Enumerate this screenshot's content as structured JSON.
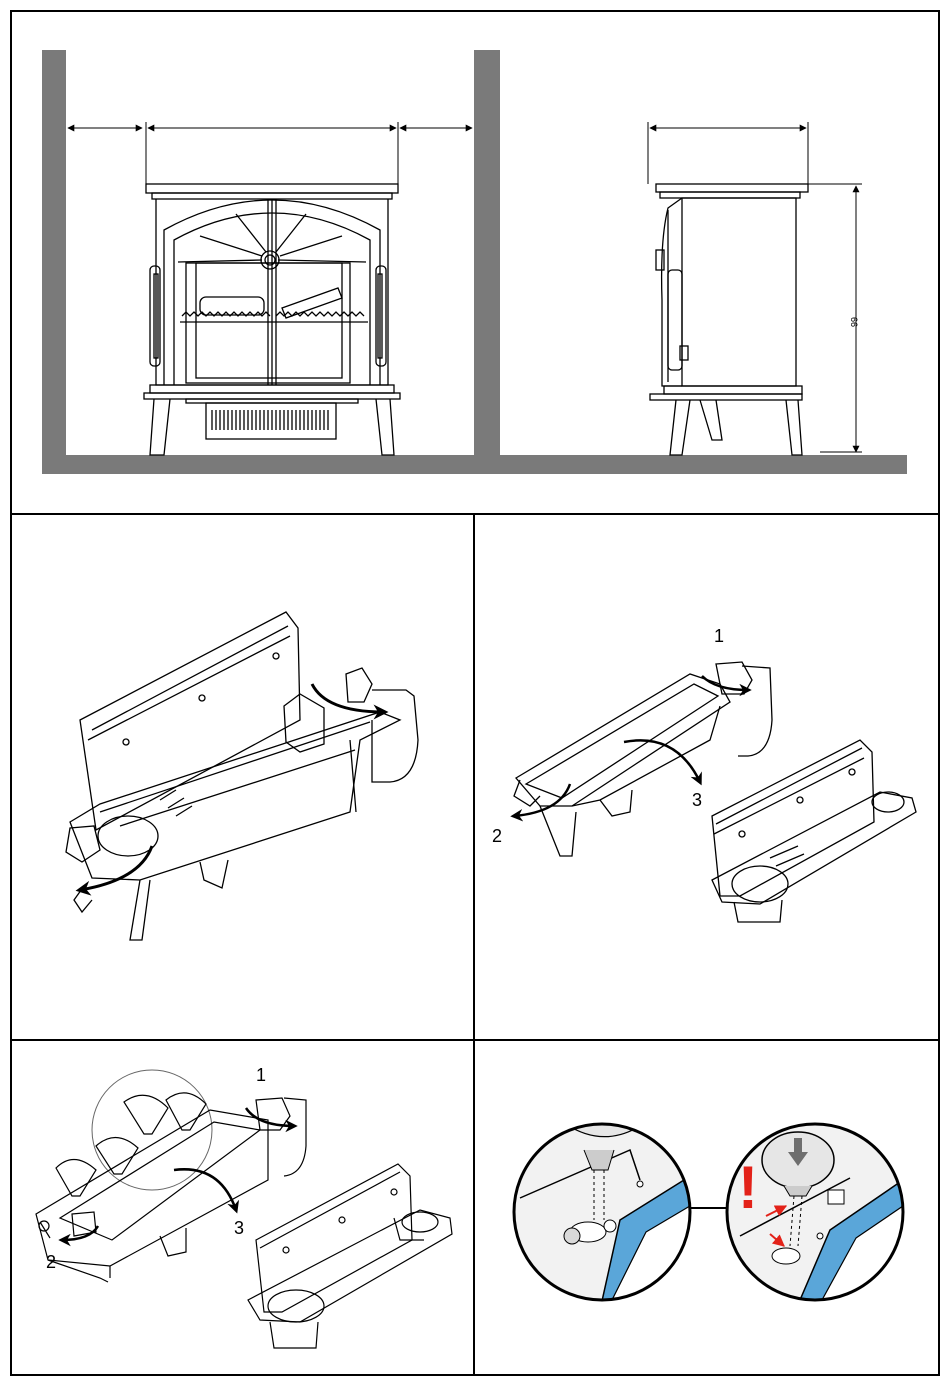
{
  "panel1": {
    "dimension_label": "66"
  },
  "panel3": {
    "step_labels": [
      "1",
      "2",
      "3"
    ]
  },
  "panel4": {
    "step_labels": [
      "1",
      "2",
      "3"
    ]
  },
  "panel5": {
    "warning_symbol": "!"
  },
  "colors": {
    "line": "#000000",
    "wall_grey": "#7a7a7a",
    "floor_grey": "#7a7a7a",
    "accent_blue": "#5aa6d9",
    "warning_red": "#e32219",
    "arrow_grey": "#6e6e6e"
  }
}
